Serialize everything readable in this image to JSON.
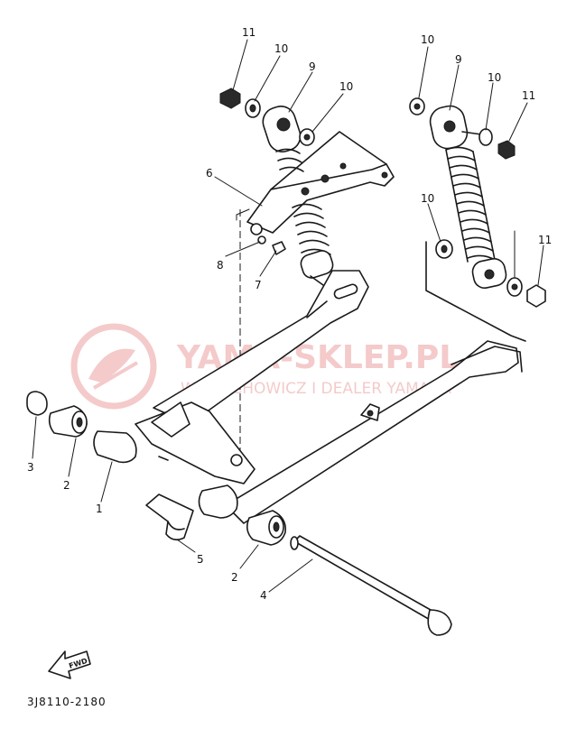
{
  "watermark": {
    "title": "YAMA-SKLEP.PL",
    "subtitle": "WOJTECHOWICZ I DEALER YAMAHA",
    "color": "#e06a6a"
  },
  "callouts": {
    "c1": "1",
    "c2a": "2",
    "c2b": "2",
    "c3": "3",
    "c4": "4",
    "c5": "5",
    "c6": "6",
    "c7": "7",
    "c8": "8",
    "c9a": "9",
    "c9b": "9",
    "c10a": "10",
    "c10b": "10",
    "c10c": "10",
    "c10d": "10",
    "c10e": "10",
    "c11a": "11",
    "c11b": "11",
    "c11c": "11"
  },
  "fwd_label": "FWD",
  "diagram_code": "3J8110-2180"
}
